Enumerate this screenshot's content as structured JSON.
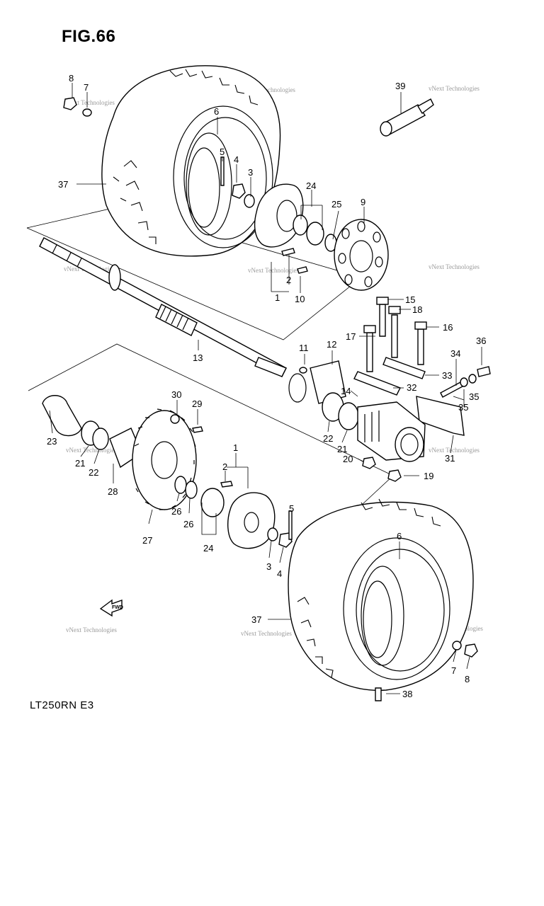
{
  "figure": {
    "title": "FIG.66",
    "model_code": "LT250RN E3",
    "fwd_label": "FWD",
    "watermark": "vNext Technologies"
  },
  "callouts": [
    {
      "id": "c8a",
      "text": "8"
    },
    {
      "id": "c7a",
      "text": "7"
    },
    {
      "id": "c6a",
      "text": "6"
    },
    {
      "id": "c5a",
      "text": "5"
    },
    {
      "id": "c4a",
      "text": "4"
    },
    {
      "id": "c3a",
      "text": "3"
    },
    {
      "id": "c37a",
      "text": "37"
    },
    {
      "id": "c24a",
      "text": "24"
    },
    {
      "id": "c25",
      "text": "25"
    },
    {
      "id": "c9",
      "text": "9"
    },
    {
      "id": "c39",
      "text": "39"
    },
    {
      "id": "c2a",
      "text": "2"
    },
    {
      "id": "c1a",
      "text": "1"
    },
    {
      "id": "c10",
      "text": "10"
    },
    {
      "id": "c13",
      "text": "13"
    },
    {
      "id": "c15",
      "text": "15"
    },
    {
      "id": "c18",
      "text": "18"
    },
    {
      "id": "c17",
      "text": "17"
    },
    {
      "id": "c16",
      "text": "16"
    },
    {
      "id": "c11",
      "text": "11"
    },
    {
      "id": "c12",
      "text": "12"
    },
    {
      "id": "c34",
      "text": "34"
    },
    {
      "id": "c36",
      "text": "36"
    },
    {
      "id": "c33",
      "text": "33"
    },
    {
      "id": "c32",
      "text": "32"
    },
    {
      "id": "c14",
      "text": "14"
    },
    {
      "id": "c35a",
      "text": "35"
    },
    {
      "id": "c35b",
      "text": "35"
    },
    {
      "id": "c22a",
      "text": "22"
    },
    {
      "id": "c21a",
      "text": "21"
    },
    {
      "id": "c31",
      "text": "31"
    },
    {
      "id": "c20",
      "text": "20"
    },
    {
      "id": "c19",
      "text": "19"
    },
    {
      "id": "c30",
      "text": "30"
    },
    {
      "id": "c29",
      "text": "29"
    },
    {
      "id": "c23",
      "text": "23"
    },
    {
      "id": "c21b",
      "text": "21"
    },
    {
      "id": "c22b",
      "text": "22"
    },
    {
      "id": "c28",
      "text": "28"
    },
    {
      "id": "c1b",
      "text": "1"
    },
    {
      "id": "c2b",
      "text": "2"
    },
    {
      "id": "c26a",
      "text": "26"
    },
    {
      "id": "c26b",
      "text": "26"
    },
    {
      "id": "c27",
      "text": "27"
    },
    {
      "id": "c24b",
      "text": "24"
    },
    {
      "id": "c5b",
      "text": "5"
    },
    {
      "id": "c6b",
      "text": "6"
    },
    {
      "id": "c3b",
      "text": "3"
    },
    {
      "id": "c4b",
      "text": "4"
    },
    {
      "id": "c37b",
      "text": "37"
    },
    {
      "id": "c7b",
      "text": "7"
    },
    {
      "id": "c8b",
      "text": "8"
    },
    {
      "id": "c38",
      "text": "38"
    }
  ]
}
